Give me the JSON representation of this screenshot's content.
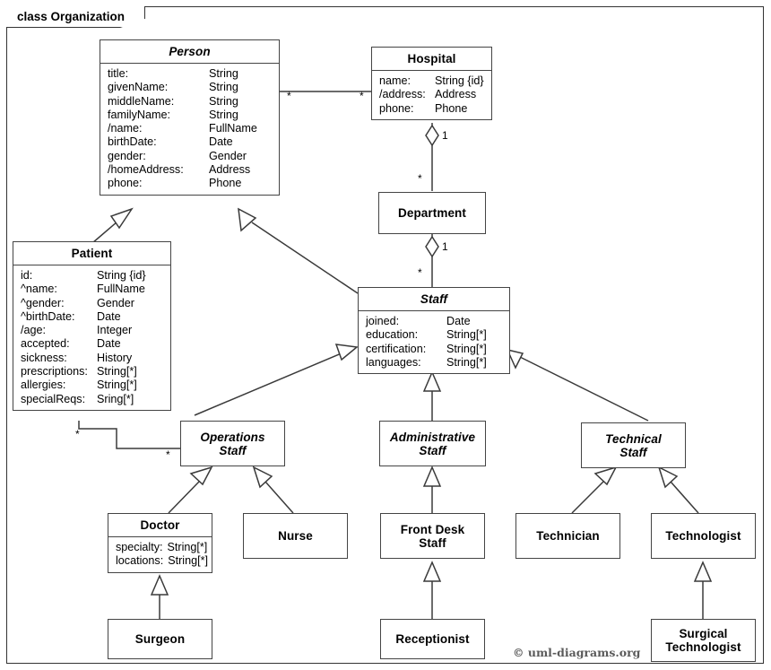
{
  "frame": {
    "title": "class Organization"
  },
  "copyright": "© uml-diagrams.org",
  "classes": {
    "person": {
      "name": "Person",
      "attributes": [
        {
          "name": "title:",
          "type": "String"
        },
        {
          "name": "givenName:",
          "type": "String"
        },
        {
          "name": "middleName:",
          "type": "String"
        },
        {
          "name": "familyName:",
          "type": "String"
        },
        {
          "name": "/name:",
          "type": "FullName"
        },
        {
          "name": "birthDate:",
          "type": "Date"
        },
        {
          "name": "gender:",
          "type": "Gender"
        },
        {
          "name": "/homeAddress:",
          "type": "Address"
        },
        {
          "name": "phone:",
          "type": "Phone"
        }
      ]
    },
    "hospital": {
      "name": "Hospital",
      "attributes": [
        {
          "name": "name:",
          "type": "String {id}"
        },
        {
          "name": "/address:",
          "type": "Address"
        },
        {
          "name": "phone:",
          "type": "Phone"
        }
      ]
    },
    "department": {
      "name": "Department",
      "attributes": []
    },
    "patient": {
      "name": "Patient",
      "attributes": [
        {
          "name": "id:",
          "type": "String {id}"
        },
        {
          "name": "^name:",
          "type": "FullName"
        },
        {
          "name": "^gender:",
          "type": "Gender"
        },
        {
          "name": "^birthDate:",
          "type": "Date"
        },
        {
          "name": "/age:",
          "type": "Integer"
        },
        {
          "name": "accepted:",
          "type": "Date"
        },
        {
          "name": "sickness:",
          "type": "History"
        },
        {
          "name": "prescriptions:",
          "type": "String[*]"
        },
        {
          "name": "allergies:",
          "type": "String[*]"
        },
        {
          "name": "specialReqs:",
          "type": "Sring[*]"
        }
      ]
    },
    "staff": {
      "name": "Staff",
      "attributes": [
        {
          "name": "joined:",
          "type": "Date"
        },
        {
          "name": "education:",
          "type": "String[*]"
        },
        {
          "name": "certification:",
          "type": "String[*]"
        },
        {
          "name": "languages:",
          "type": "String[*]"
        }
      ]
    },
    "operations_staff": {
      "name": "Operations\nStaff",
      "line1": "Operations",
      "line2": "Staff"
    },
    "administrative_staff": {
      "name": "Administrative\nStaff",
      "line1": "Administrative",
      "line2": "Staff"
    },
    "technical_staff": {
      "name": "Technical\nStaff",
      "line1": "Technical",
      "line2": "Staff"
    },
    "doctor": {
      "name": "Doctor",
      "attributes": [
        {
          "name": "specialty:",
          "type": "String[*]"
        },
        {
          "name": "locations:",
          "type": "String[*]"
        }
      ]
    },
    "nurse": {
      "name": "Nurse"
    },
    "front_desk_staff": {
      "line1": "Front Desk",
      "line2": "Staff"
    },
    "technician": {
      "name": "Technician"
    },
    "technologist": {
      "name": "Technologist"
    },
    "surgeon": {
      "name": "Surgeon"
    },
    "receptionist": {
      "name": "Receptionist"
    },
    "surgical_technologist": {
      "line1": "Surgical",
      "line2": "Technologist"
    }
  },
  "multiplicities": {
    "person_hospital_left": "*",
    "person_hospital_right": "*",
    "hospital_department_one": "1",
    "hospital_department_many": "*",
    "department_staff_one": "1",
    "department_staff_many": "*",
    "patient_opstaff_patient_end": "*",
    "patient_opstaff_staff_end": "*"
  },
  "colors": {
    "stroke": "#3a3a3a",
    "box_border": "#444444",
    "background": "#ffffff",
    "text": "#000000",
    "copyright": "#5a5a5a"
  }
}
